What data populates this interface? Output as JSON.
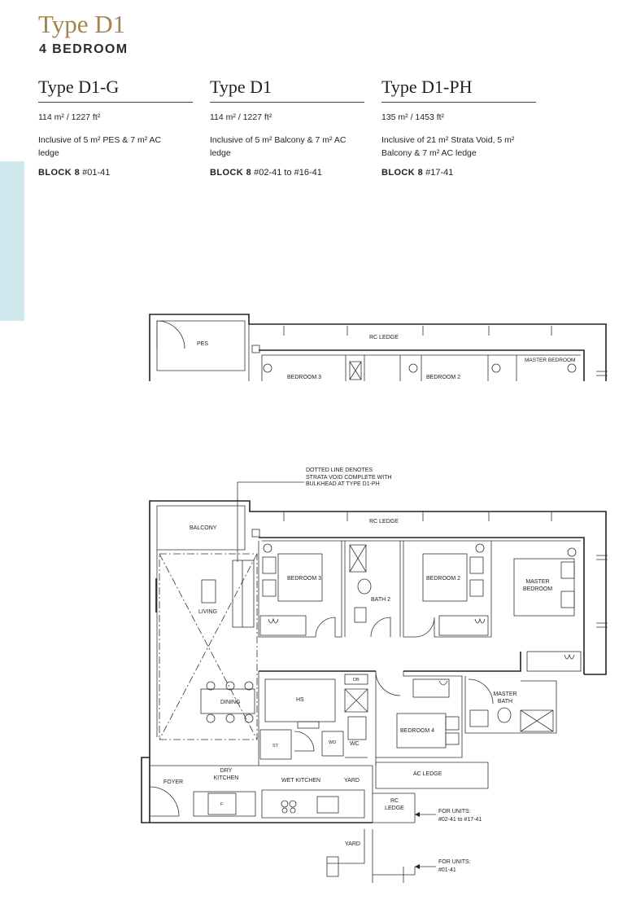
{
  "header": {
    "title": "Type D1",
    "subtitle": "4 BEDROOM"
  },
  "units": [
    {
      "name": "Type D1-G",
      "area": "114 m² / 1227 ft²",
      "inclusive": "Inclusive of 5 m² PES & 7 m² AC ledge",
      "block_label": "BLOCK 8",
      "units": "#01-41"
    },
    {
      "name": "Type D1",
      "area": "114 m² / 1227 ft²",
      "inclusive": "Inclusive of 5 m² Balcony & 7 m² AC ledge",
      "block_label": "BLOCK 8",
      "units": "#02-41 to #16-41"
    },
    {
      "name": "Type D1-PH",
      "area": "135 m² / 1453 ft²",
      "inclusive": "Inclusive of 21 m² Strata Void, 5 m² Balcony & 7 m² AC ledge",
      "block_label": "BLOCK 8",
      "units": "#17-41"
    }
  ],
  "colors": {
    "title_gold": "#a48552",
    "side_tab": "#d1e8ef"
  },
  "plan_top": {
    "pes": "PES",
    "rc_ledge": "RC LEDGE",
    "bedroom3": "BEDROOM 3",
    "bedroom2": "BEDROOM 2",
    "master_bedroom": "MASTER BEDROOM"
  },
  "plan_main": {
    "note": "DOTTED LINE DENOTES STRATA VOID COMPLETE WITH BULKHEAD AT TYPE D1-PH",
    "rc_ledge": "RC LEDGE",
    "balcony": "BALCONY",
    "bedroom3": "BEDROOM 3",
    "bedroom2": "BEDROOM 2",
    "master_bedroom": "MASTER BEDROOM",
    "bath2": "BATH 2",
    "living": "LIVING",
    "dining": "DINING",
    "hs": "HS",
    "db": "DB",
    "st": "ST",
    "wd": "WD",
    "wc": "WC",
    "f": "F",
    "bedroom4": "BEDROOM 4",
    "master_bath": "MASTER BATH",
    "ac_ledge": "AC LEDGE",
    "dry_kitchen": "DRY KITCHEN",
    "wet_kitchen": "WET KITCHEN",
    "foyer": "FOYER",
    "yard": "YARD",
    "rc_ledge2": "RC LEDGE",
    "for_units_1": "FOR UNITS:",
    "units_1": "#02-41 to #17-41"
  },
  "plan_bottom": {
    "yard": "YARD",
    "for_units": "FOR UNITS:",
    "units": "#01-41"
  }
}
